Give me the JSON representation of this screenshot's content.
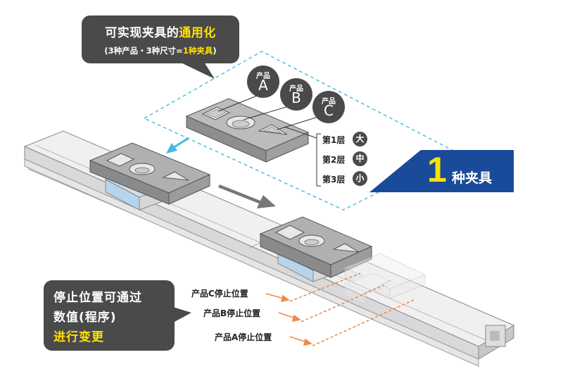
{
  "callout_top": {
    "line1_prefix": "可实现夹具的",
    "line1_highlight": "通用化",
    "line2_prefix": "(3种产品・3种尺寸=",
    "line2_highlight": "1种夹具",
    "line2_suffix": ")"
  },
  "products": [
    {
      "small": "产品",
      "big": "A"
    },
    {
      "small": "产品",
      "big": "B"
    },
    {
      "small": "产品",
      "big": "C"
    }
  ],
  "layers": [
    {
      "label": "第1层",
      "size": "大"
    },
    {
      "label": "第2层",
      "size": "中"
    },
    {
      "label": "第3层",
      "size": "小"
    }
  ],
  "banner": {
    "number": "1",
    "label": "种夹具"
  },
  "callout_bottom": {
    "line1": "停止位置可通过",
    "line2": "数值(程序)",
    "line3": "进行变更"
  },
  "stop_labels": [
    "产品C停止位置",
    "产品B停止位置",
    "产品A停止位置"
  ],
  "colors": {
    "bubble": "#4a4a4a",
    "highlight": "#ffe100",
    "banner_blue": "#1a4a9a",
    "dash_blue": "#4bb8e0",
    "arrow_orange": "#f08a4b"
  }
}
